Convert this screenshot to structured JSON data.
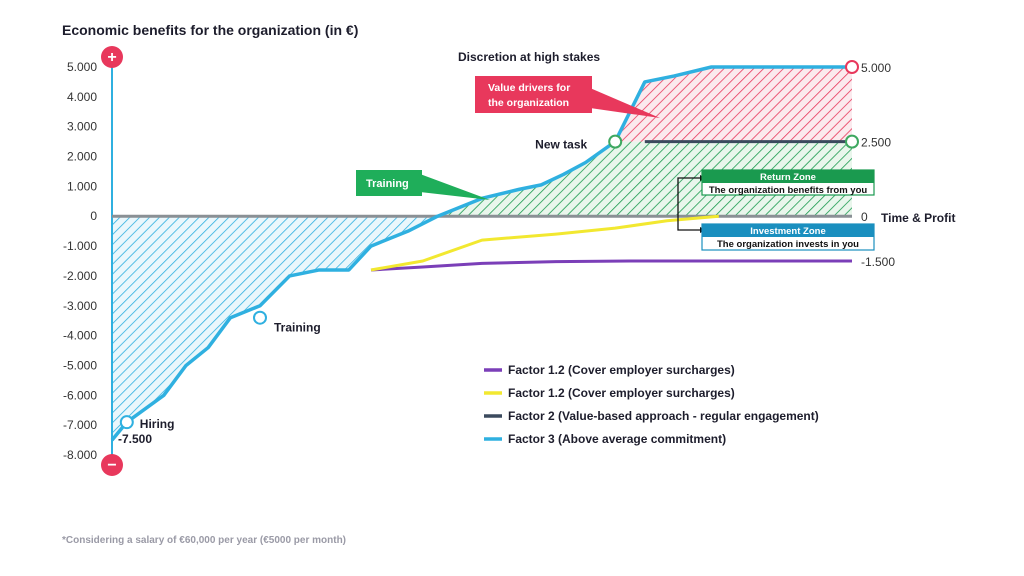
{
  "chart_data": {
    "type": "line",
    "title": "Economic benefits for the organization (in €)",
    "ylim": [
      -8000,
      5000
    ],
    "y_ticks": [
      "5.000",
      "4.000",
      "3.000",
      "2.000",
      "1.000",
      "0",
      "-1.000",
      "-2.000",
      "-3.000",
      "-4.000",
      "-5.000",
      "-6.000",
      "-7.000",
      "-8.000"
    ],
    "y_tick_values": [
      5000,
      4000,
      3000,
      2000,
      1000,
      0,
      -1000,
      -2000,
      -3000,
      -4000,
      -5000,
      -6000,
      -7000,
      -8000
    ],
    "xlim": [
      0,
      100
    ],
    "x_axis_label": "Time & Profit",
    "series": [
      {
        "name": "Factor 1.2  (Cover employer surcharges)",
        "color": "#7b3fb8",
        "x": [
          35,
          42,
          50,
          60,
          70,
          85,
          100
        ],
        "y": [
          -1800,
          -1700,
          -1580,
          -1520,
          -1500,
          -1500,
          -1500
        ]
      },
      {
        "name": "Factor 1.2  (Cover employer surcharges)",
        "color": "#f2e830",
        "x": [
          35,
          42,
          50,
          60,
          68,
          75,
          82
        ],
        "y": [
          -1800,
          -1500,
          -800,
          -600,
          -400,
          -150,
          0
        ]
      },
      {
        "name": "Factor 2 (Value-based approach - regular engagement)",
        "color": "#3b4a5e",
        "x": [
          72,
          100
        ],
        "y": [
          2500,
          2500
        ]
      },
      {
        "name": "Factor 3 (Above average commitment)",
        "color": "#2fb0e0",
        "x": [
          0,
          2,
          7,
          10,
          13,
          16,
          20,
          24,
          28,
          32,
          35,
          40,
          44,
          50,
          55,
          58,
          61,
          64,
          68,
          72,
          76,
          81,
          86,
          100
        ],
        "y": [
          -7500,
          -6900,
          -6000,
          -5000,
          -4400,
          -3400,
          -3000,
          -2000,
          -1800,
          -1800,
          -1000,
          -500,
          0,
          600,
          900,
          1050,
          1400,
          1800,
          2500,
          4500,
          4700,
          5000,
          5000,
          5000
        ]
      }
    ],
    "zero_line": {
      "value": 0,
      "color": "#8a9095"
    },
    "markers": [
      {
        "label": "Hiring",
        "x": 2,
        "y": -6900,
        "color": "#2fb0e0"
      },
      {
        "label": "Training",
        "x": 20,
        "y": -3400,
        "color": "#2fb0e0"
      },
      {
        "label": "New task",
        "x": 68,
        "y": 2500,
        "color": "#3ea860"
      },
      {
        "label": "",
        "x": 100,
        "y": 2500,
        "color": "#3ea860"
      },
      {
        "label": "",
        "x": 100,
        "y": 5000,
        "color": "#e8385c"
      }
    ],
    "value_labels": {
      "start": "-7.500",
      "end_top": "5.000",
      "end_mid": "2.500",
      "end_zero": "0",
      "end_low": "-1.500"
    },
    "annotations": {
      "discretion": "Discretion at high stakes",
      "value_drivers": "Value drivers for the organization",
      "value_drivers_line1": "Value drivers for",
      "value_drivers_line2": "the organization",
      "training_box": "Training",
      "return_zone": {
        "title": "Return Zone",
        "text": "The organization benefits from you",
        "color": "#1a9a4f"
      },
      "investment_zone": {
        "title": "Investment Zone",
        "text": "The organization invests in you",
        "color": "#1a8fbf"
      },
      "plus_symbol": "+",
      "minus_symbol": "−"
    },
    "fills": {
      "negative_hatch": "#2fb0e0",
      "positive_hatch": "#1a9a4f",
      "value_hatch": "#e8385c",
      "value_box": "#e8385c",
      "training_box": "#1fae5a"
    },
    "footnote": "*Considering a salary of €60,000 per year (€5000 per month)",
    "legend_placement": "bottom-center"
  }
}
